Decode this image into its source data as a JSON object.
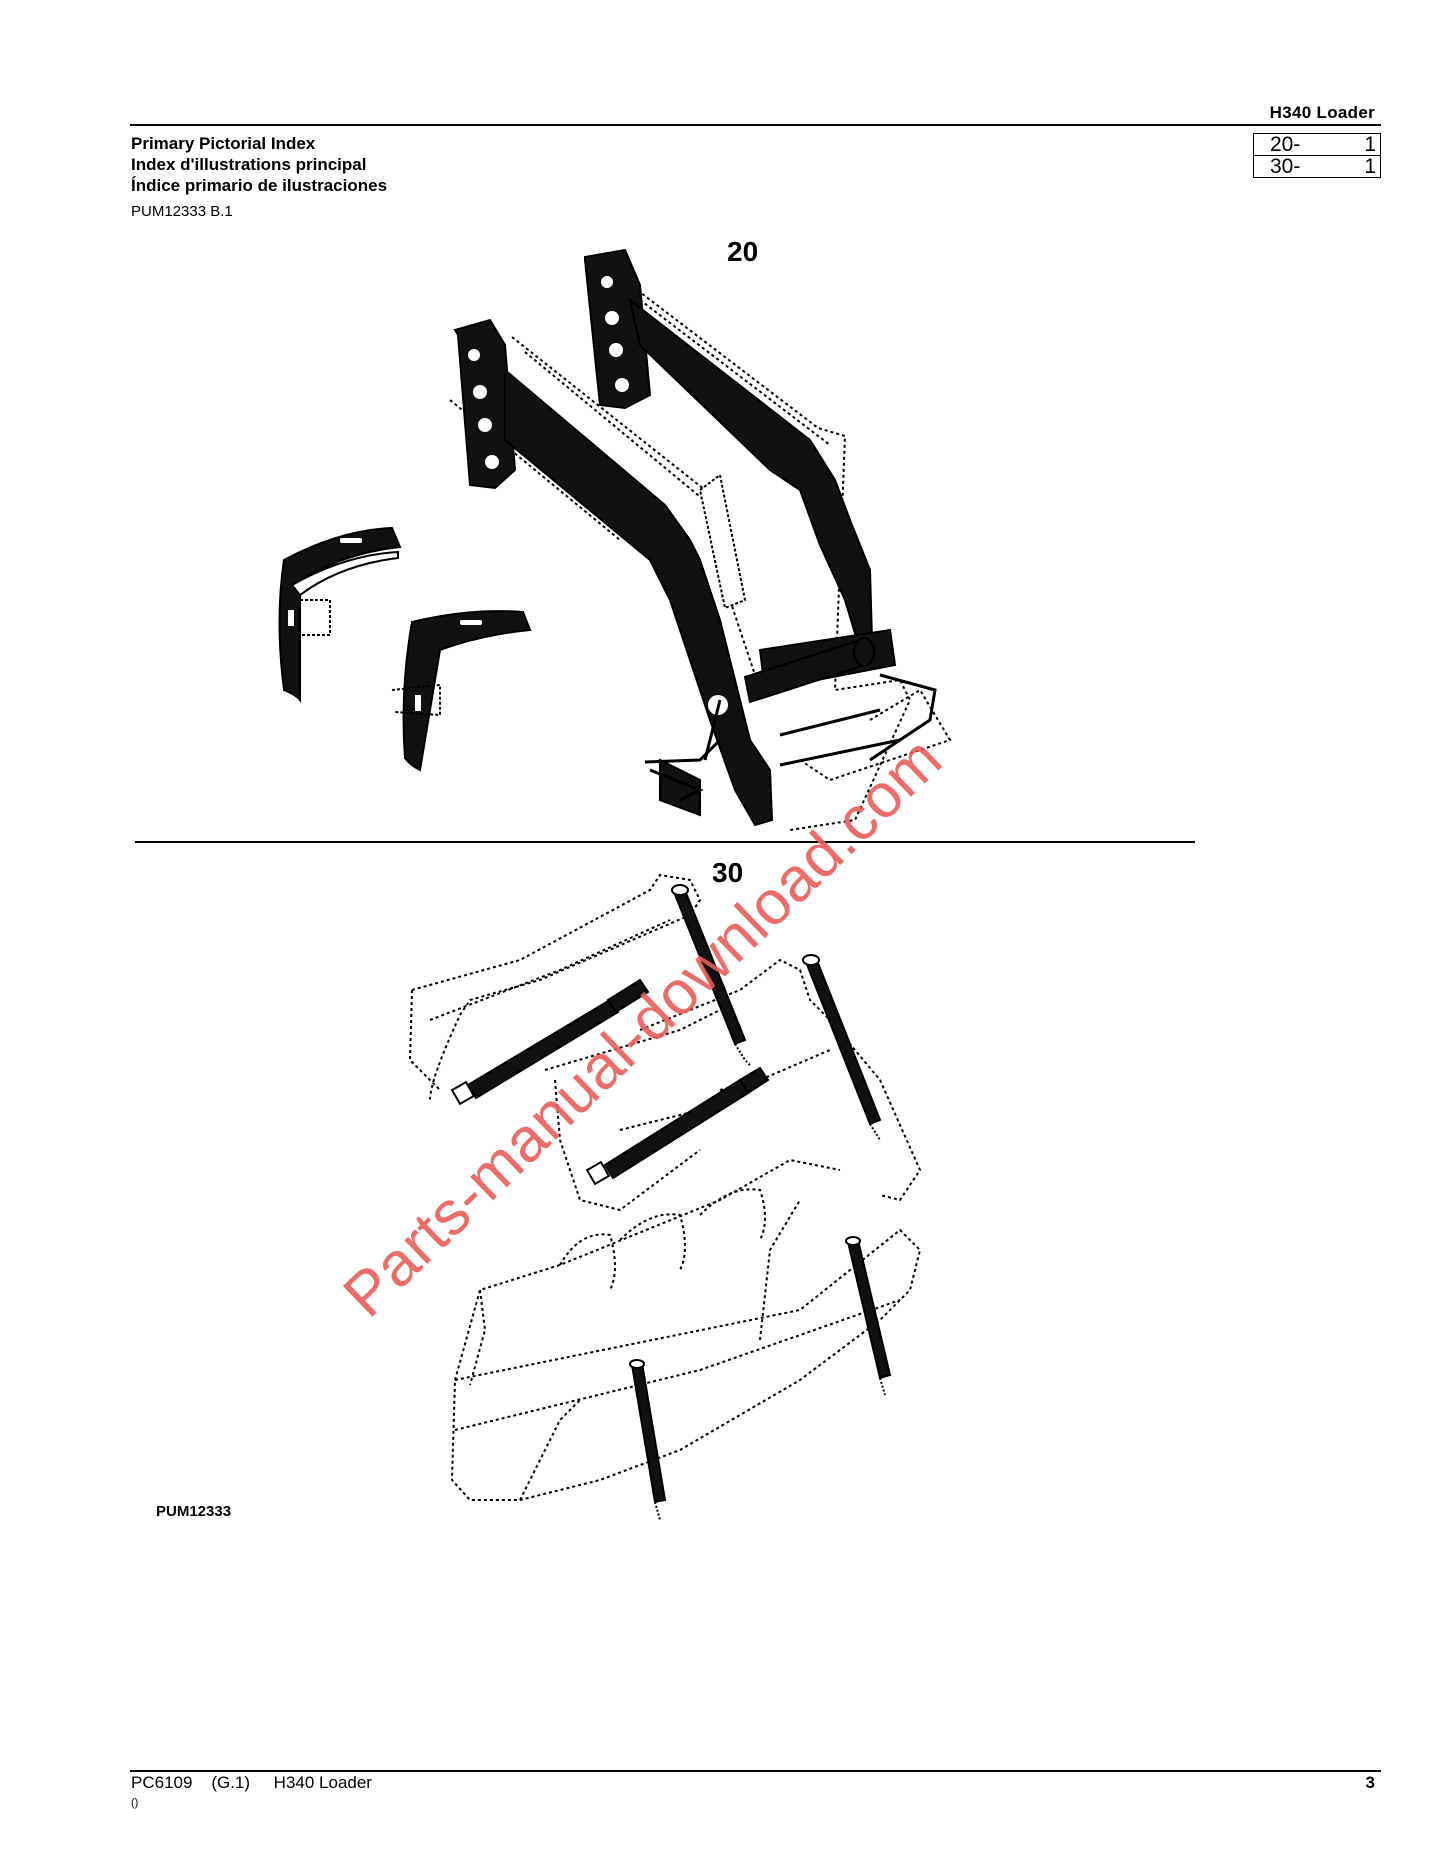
{
  "header": {
    "product_title": "H340  Loader",
    "titles": [
      "Primary Pictorial Index",
      "Index d'illustrations principal",
      "Índice primario de ilustraciones"
    ],
    "index_box": [
      {
        "group": "20-",
        "page": "1"
      },
      {
        "group": "30-",
        "page": "1"
      }
    ],
    "reference": "PUM12333 B.1"
  },
  "figures": {
    "label_top": "20",
    "label_bottom": "30",
    "illustration_id": "PUM12333"
  },
  "watermark": {
    "text": "Parts-manual-download.com",
    "color": "#ea5b5b"
  },
  "footer": {
    "text": "PC6109    (G.1)     H340 Loader",
    "page_number": "3",
    "sub": "()"
  }
}
